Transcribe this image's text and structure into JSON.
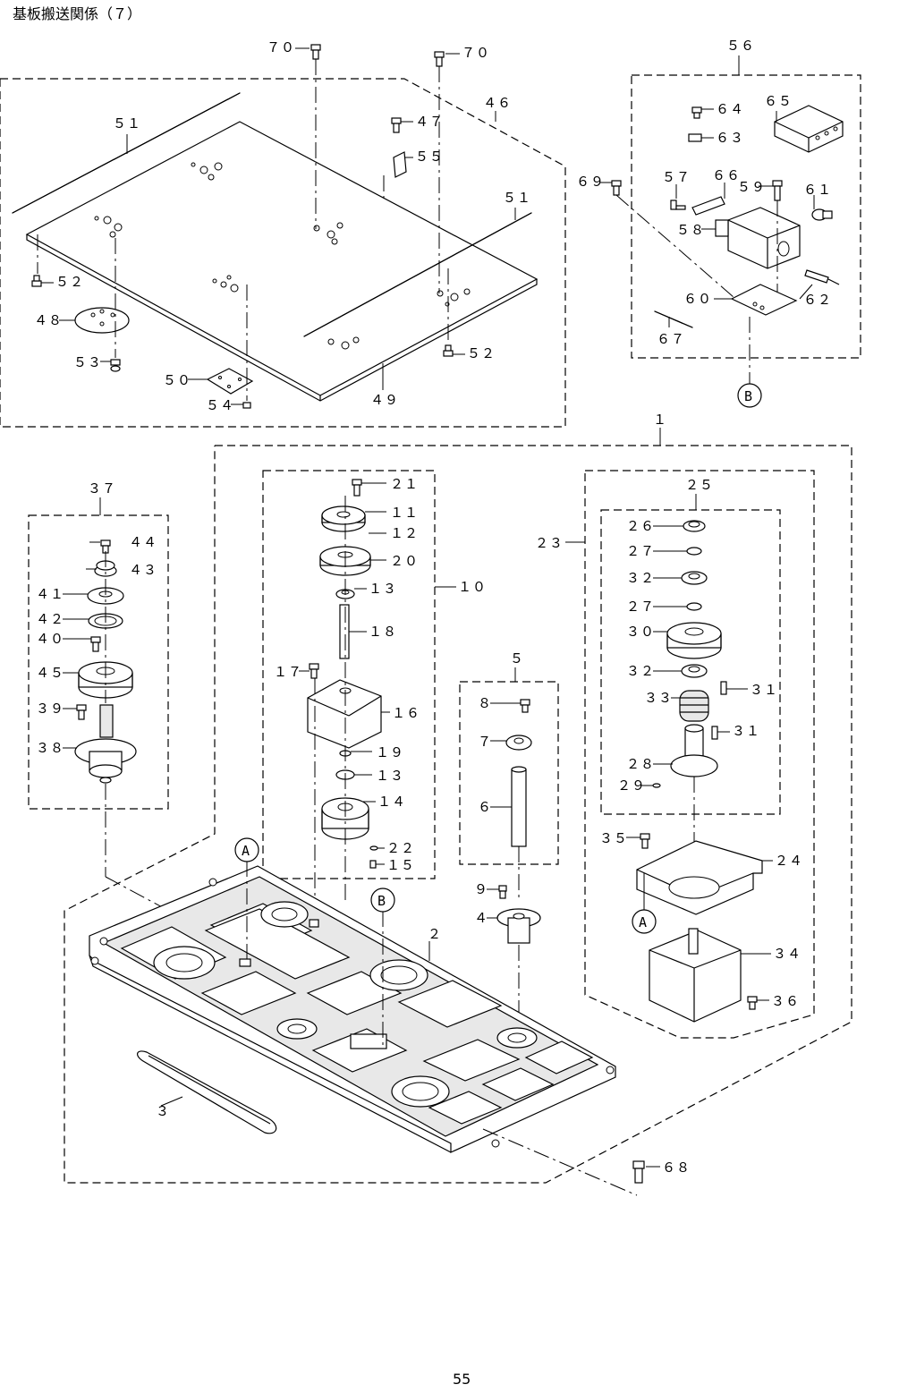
{
  "title": "基板搬送関係（７）",
  "page_number": "55",
  "callout_letters": {
    "a": "A",
    "b": "B"
  },
  "labels": {
    "p1": "１",
    "p2": "２",
    "p3": "３",
    "p4": "４",
    "p5": "５",
    "p6": "６",
    "p7": "７",
    "p8": "８",
    "p9": "９",
    "p10": "１０",
    "p11": "１１",
    "p12": "１２",
    "p13": "１３",
    "p14": "１４",
    "p15": "１５",
    "p16": "１６",
    "p17": "１７",
    "p18": "１８",
    "p19": "１９",
    "p20": "２０",
    "p21": "２１",
    "p22": "２２",
    "p23": "２３",
    "p24": "２４",
    "p25": "２５",
    "p26": "２６",
    "p27": "２７",
    "p28": "２８",
    "p29": "２９",
    "p30": "３０",
    "p31": "３１",
    "p32": "３２",
    "p33": "３３",
    "p34": "３４",
    "p35": "３５",
    "p36": "３６",
    "p37": "３７",
    "p38": "３８",
    "p39": "３９",
    "p40": "４０",
    "p41": "４１",
    "p42": "４２",
    "p43": "４３",
    "p44": "４４",
    "p45": "４５",
    "p46": "４６",
    "p47": "４７",
    "p48": "４８",
    "p49": "４９",
    "p50": "５０",
    "p51": "５１",
    "p52": "５２",
    "p53": "５３",
    "p54": "５４",
    "p55": "５５",
    "p56": "５６",
    "p57": "５７",
    "p58": "５８",
    "p59": "５９",
    "p60": "６０",
    "p61": "６１",
    "p62": "６２",
    "p63": "６３",
    "p64": "６４",
    "p65": "６５",
    "p66": "６６",
    "p67": "６７",
    "p68": "６８",
    "p69": "６９",
    "p70": "７０"
  }
}
